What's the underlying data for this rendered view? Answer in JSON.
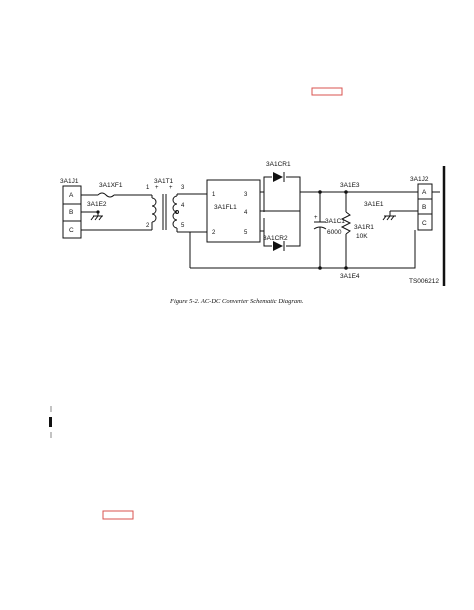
{
  "figure": {
    "caption": "Figure 5-2.  AC-DC Converter Schematic Diagram.",
    "code": "TS006212"
  },
  "connector_left": {
    "ref": "3A1J1",
    "pins": [
      "A",
      "B",
      "C"
    ]
  },
  "fuse": {
    "ref": "3A1XF1"
  },
  "ground_left": {
    "ref": "3A1E2"
  },
  "transformer": {
    "ref": "3A1T1",
    "primary_pins": [
      "1",
      "2"
    ],
    "secondary_pins": [
      "3",
      "4",
      "5"
    ],
    "polarity_marks": [
      "+",
      "+"
    ]
  },
  "filter": {
    "ref": "3A1FL1",
    "left_pins": [
      "1",
      "2"
    ],
    "right_pins": [
      "3",
      "4",
      "5"
    ]
  },
  "diode_top": {
    "ref": "3A1CR1"
  },
  "diode_bottom": {
    "ref": "3A1CR2"
  },
  "terminal_top": {
    "ref": "3A1E3"
  },
  "terminal_bottom": {
    "ref": "3A1E4"
  },
  "capacitor": {
    "ref": "3A1C1",
    "value": "6000",
    "polarity": "+"
  },
  "resistor": {
    "ref": "3A1R1",
    "value": "10K"
  },
  "ground_right": {
    "ref": "3A1E1"
  },
  "connector_right": {
    "ref": "3A1J2",
    "pins": [
      "A",
      "B",
      "C"
    ]
  }
}
